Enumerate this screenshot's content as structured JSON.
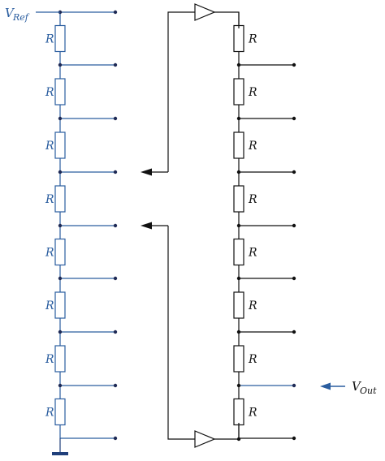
{
  "labels": {
    "vref_main": "V",
    "vref_sub": "Ref",
    "vout_main": "V",
    "vout_sub": "Out",
    "resistor": "R"
  },
  "colors": {
    "left_ladder": "#2a5d9f",
    "right_ladder": "#111111",
    "ground": "#1f3f7a",
    "vout_arrow": "#2a5d9f"
  },
  "left_ladder": {
    "resistor_count": 8,
    "tap_count": 9
  },
  "right_ladder": {
    "resistor_count": 8,
    "tap_count": 9
  },
  "buffers": {
    "count": 2
  },
  "icons": [
    "ground-symbol",
    "buffer-triangle",
    "arrow-left",
    "node-dot"
  ]
}
